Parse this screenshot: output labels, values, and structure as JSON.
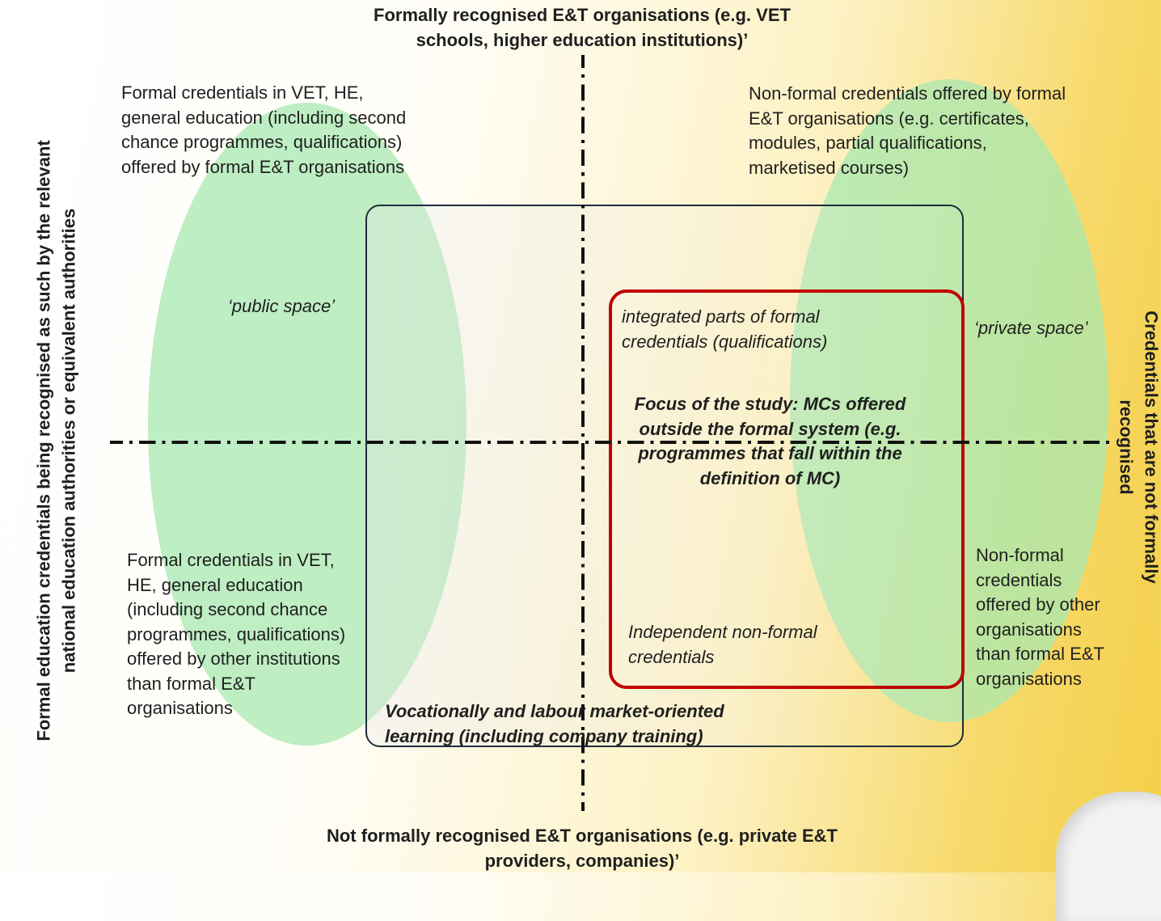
{
  "top_label": "Formally recognised E&T organisations (e.g. VET schools, higher education institutions)’",
  "bottom_label": "Not formally recognised E&T organisations (e.g. private E&T providers, companies)’",
  "left_label": "Formal education credentials being recognised as such by the relevant national education authorities or equivalent authorities",
  "right_label": "Credentials that are not formally recognised",
  "top_left_text": "Formal credentials in VET, HE, general education (including second chance programmes, qualifications) offered by formal E&T organisations",
  "public_space": "‘public space’",
  "bottom_left_text": "Formal credentials in VET, HE, general education (including second chance programmes, qualifications) offered by other institutions than formal E&T organisations",
  "top_right_text": "Non-formal credentials offered by formal E&T organisations (e.g. certificates, modules, partial qualifications, marketised courses)",
  "private_space": "‘private space’",
  "bottom_right_text": "Non-formal credentials offered by other organisations than formal E&T organisations",
  "integrated_parts": "integrated parts of formal credentials (qualifications)",
  "focus_text": "Focus of the study: MCs offered outside the formal system (e.g. programmes that fall within the definition of MC)",
  "independent_text": "Independent non-formal credentials",
  "vocational_text": "Vocationally and labour market-oriented learning (including company training)",
  "colors": {
    "ellipse_fill": "#b3edba",
    "box_border": "#1f2d3d",
    "focus_border": "#c00000"
  }
}
